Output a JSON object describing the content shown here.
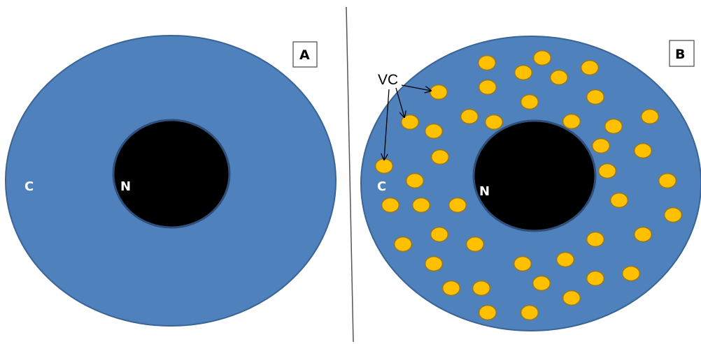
{
  "panels": {
    "a": {
      "label": "A",
      "cytoplasm_label": "C",
      "nucleus_label": "N"
    },
    "b": {
      "label": "B",
      "cytoplasm_label": "C",
      "nucleus_label": "N",
      "vacuole_label": "VC"
    }
  },
  "colors": {
    "cytoplasm": "#4f81bd",
    "cytoplasm_border": "#3a6496",
    "nucleus": "#000000",
    "nucleus_border": "#2f4f7a",
    "vacuole": "#ffc000",
    "vacuole_border": "#8a7a3a",
    "divider": "#555555"
  }
}
